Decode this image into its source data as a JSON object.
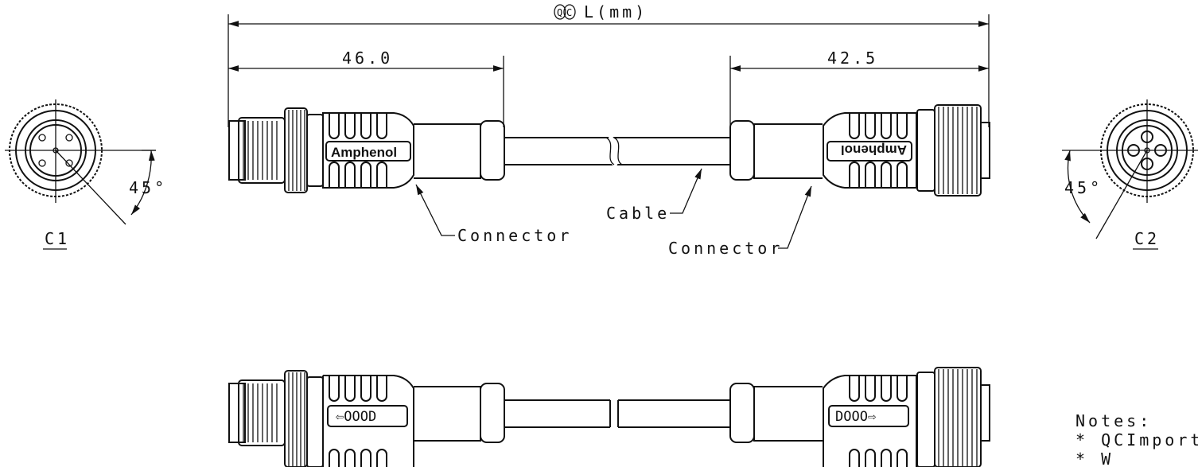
{
  "dimensions": {
    "overall_length": "L(mm)",
    "overall_symbol": "QC",
    "left_connector_length": "46.0",
    "right_connector_length": "42.5"
  },
  "callouts": {
    "cable": "Cable",
    "connector_left": "Connector",
    "connector_right": "Connector"
  },
  "views": {
    "c1_label": "C1",
    "c2_label": "C2",
    "c1_angle": "45°",
    "c2_angle": "45°"
  },
  "brand": {
    "top_left": "Amphenol",
    "top_right": "Amphenol",
    "bottom_left": "⇦OOOD",
    "bottom_right": "DOOO⇨"
  },
  "notes": {
    "title": "Notes:",
    "line1": "* QCImportar",
    "line2": "* W"
  }
}
